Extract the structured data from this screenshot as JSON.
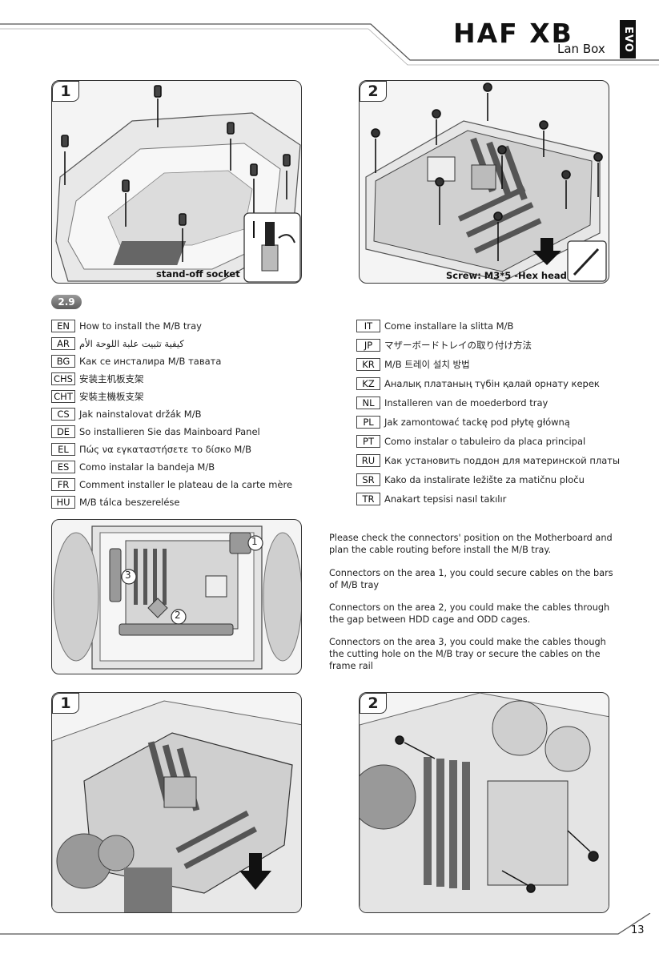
{
  "header": {
    "brand_main": "HAF XB",
    "brand_sub": "Lan Box",
    "brand_evo": "EVO"
  },
  "panels": {
    "top_left": {
      "step": "1",
      "caption": "stand-off socket"
    },
    "top_right": {
      "step": "2",
      "caption": "Screw: M3*5 -Hex head"
    },
    "middle": {
      "callouts": [
        "1",
        "2",
        "3"
      ]
    },
    "bottom_left": {
      "step": "1"
    },
    "bottom_right": {
      "step": "2"
    }
  },
  "section": {
    "number": "2.9"
  },
  "languages_left": [
    {
      "code": "EN",
      "text": "How to install the M/B tray"
    },
    {
      "code": "AR",
      "text": "كيفية تثبيت علبة اللوحة الأم"
    },
    {
      "code": "BG",
      "text": "Как се инсталира М/В тавата"
    },
    {
      "code": "CHS",
      "text": "安装主机板支架"
    },
    {
      "code": "CHT",
      "text": "安裝主機板支架"
    },
    {
      "code": "CS",
      "text": "Jak nainstalovat držák M/B"
    },
    {
      "code": "DE",
      "text": "So installieren Sie das Mainboard Panel"
    },
    {
      "code": "EL",
      "text": "Πώς να εγκαταστήσετε το δίσκο Μ/Β"
    },
    {
      "code": "ES",
      "text": "Como instalar la bandeja M/B"
    },
    {
      "code": "FR",
      "text": "Comment installer le plateau de la carte mère"
    },
    {
      "code": "HU",
      "text": "M/B tálca beszerelése"
    }
  ],
  "languages_right": [
    {
      "code": "IT",
      "text": "Come installare la slitta M/B"
    },
    {
      "code": "JP",
      "text": "マザーボードトレイの取り付け方法"
    },
    {
      "code": "KR",
      "text": "M/B 트레이 설치 방법"
    },
    {
      "code": "KZ",
      "text": "Аналық платаның түбін қалай орнату керек"
    },
    {
      "code": "NL",
      "text": "Installeren van de moederbord tray"
    },
    {
      "code": "PL",
      "text": "Jak zamontować tackę pod płytę główną"
    },
    {
      "code": "PT",
      "text": "Como instalar o tabuleiro da placa principal"
    },
    {
      "code": "RU",
      "text": "Как установить поддон для материнской платы"
    },
    {
      "code": "SR",
      "text": "Kako da instalirate ležište za matičnu ploču"
    },
    {
      "code": "TR",
      "text": "Anakart tepsisi nasıl takılır"
    }
  ],
  "notes": [
    "Please check the connectors' position on the Motherboard and plan the cable routing before install the M/B tray.",
    "Connectors on the area 1, you could secure cables on the bars of M/B tray",
    "Connectors on the area 2, you could make the cables through the gap between HDD cage and ODD cages.",
    "Connectors on the area 3, you could make the cables though the cutting hole on the M/B tray or secure the cables on the frame rail"
  ],
  "footer": {
    "page_number": "13"
  }
}
